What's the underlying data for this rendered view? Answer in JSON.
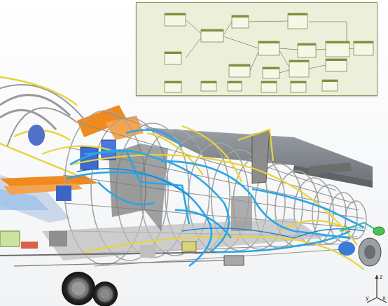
{
  "schematic": {
    "title": "",
    "blocks": [
      {
        "label": ""
      },
      {
        "label": ""
      },
      {
        "label": ""
      },
      {
        "label": ""
      },
      {
        "label": ""
      },
      {
        "label": ""
      },
      {
        "label": ""
      },
      {
        "label": ""
      },
      {
        "label": ""
      },
      {
        "label": ""
      },
      {
        "label": ""
      },
      {
        "label": ""
      },
      {
        "label": ""
      },
      {
        "label": ""
      },
      {
        "label": ""
      },
      {
        "label": ""
      },
      {
        "label": ""
      },
      {
        "label": ""
      },
      {
        "label": ""
      }
    ]
  },
  "triad": {
    "x": "x",
    "y": "y",
    "z": "z"
  },
  "colors": {
    "schematic_bg": "#ecefd9",
    "schematic_block": "#f6f7e6",
    "block_header": "#7f8f3c",
    "wing": "#8b9096",
    "frame": "#a7a7a7",
    "harness_blue": "#29a6e6",
    "harness_yellow": "#e8d43a",
    "harness_orange": "#f08a1e"
  },
  "icons": [
    "axis-triad-icon",
    "wheel-icon"
  ]
}
